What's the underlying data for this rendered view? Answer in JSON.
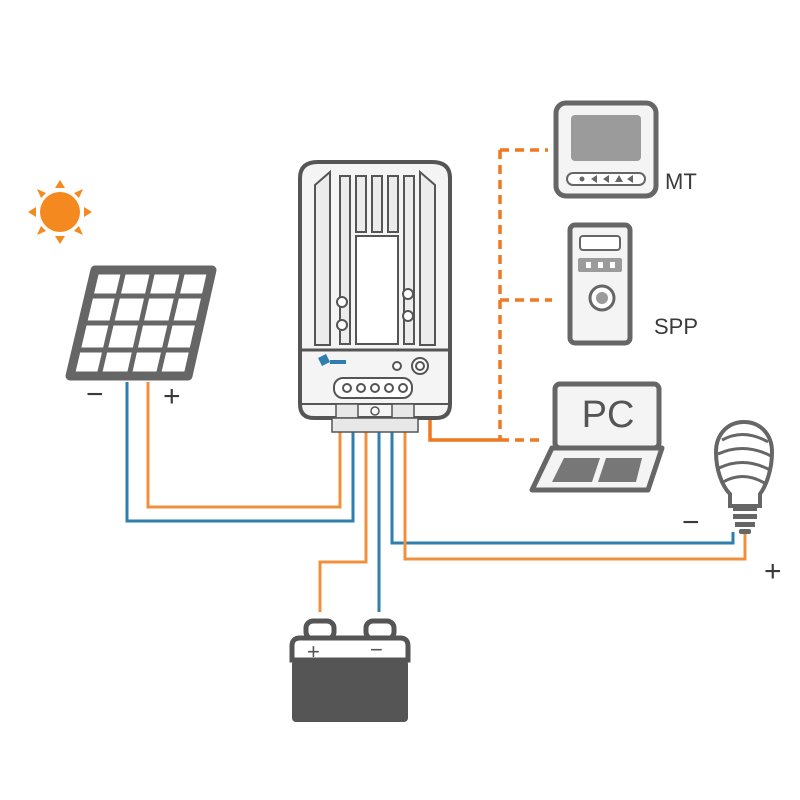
{
  "colors": {
    "positive_wire": "#f0903c",
    "negative_wire": "#2e7fae",
    "comm_wire": "#f07820",
    "outline": "#555555",
    "sun": "#f4891f",
    "device_fill": "#f2f2f2"
  },
  "devices": {
    "meter_label": "MT",
    "spp_label": "SPP",
    "pc_label": "PC",
    "pc_screen_text": "PC"
  },
  "solar_panel": {
    "minus": "−",
    "plus": "+"
  },
  "battery": {
    "plus": "+",
    "minus": "−"
  },
  "load": {
    "minus": "−",
    "plus": "+"
  },
  "icons": [
    "sun-icon",
    "solar-panel-icon",
    "charge-controller-icon",
    "meter-icon",
    "spp-icon",
    "laptop-icon",
    "bulb-icon",
    "battery-icon"
  ]
}
